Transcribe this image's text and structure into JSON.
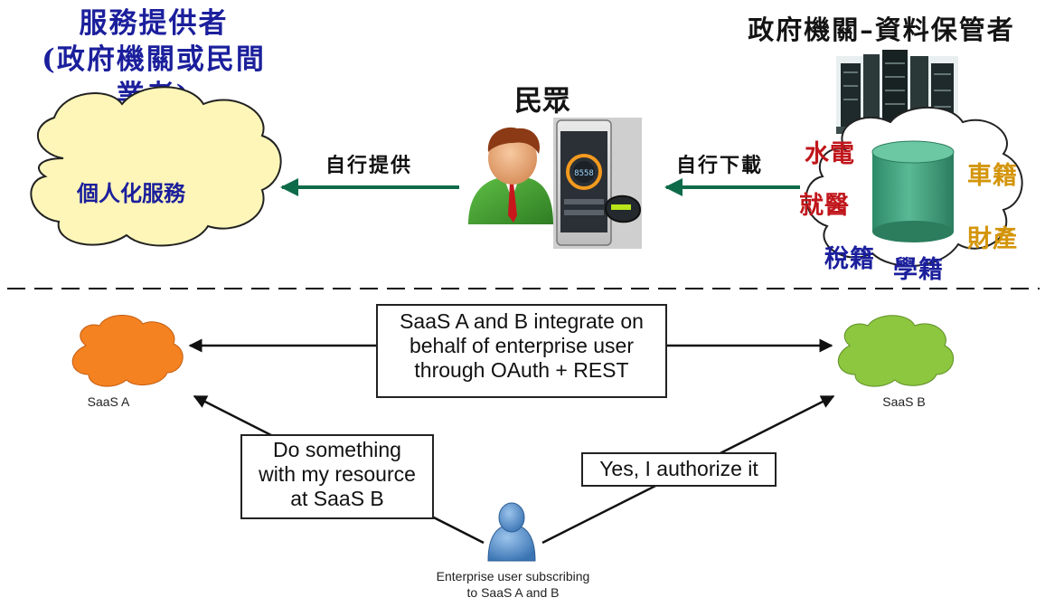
{
  "top": {
    "provider_title": [
      "服務提供者",
      "(政府機關或民間",
      "業者)"
    ],
    "provider_cloud_label": "個人化服務",
    "provide_arrow_label": "自行提供",
    "citizen_label": "民眾",
    "download_arrow_label": "自行下載",
    "custodian_title": "政府機關–資料保管者",
    "data_words": {
      "water_electric": "水電",
      "medical": "就醫",
      "tax": "稅籍",
      "school": "學籍",
      "vehicle": "車籍",
      "property": "財產"
    },
    "phone_display": "8558"
  },
  "bottom": {
    "integrate_box": [
      "SaaS A and B integrate on",
      "behalf of enterprise user",
      "through OAuth + REST"
    ],
    "saas_a_label": "SaaS A",
    "saas_b_label": "SaaS B",
    "request_box": [
      "Do something",
      "with my resource",
      "at SaaS B"
    ],
    "authorize_box": "Yes, I authorize it",
    "user_label": [
      "Enterprise user subscribing",
      "to SaaS A and B"
    ]
  },
  "colors": {
    "title_blue": "#1b1f9c",
    "arrow_green": "#0e6b4a",
    "cloud_yellow": "#fdf6b8",
    "cylinder_teal": "#3e9e7c",
    "word_red": "#c0161b",
    "word_orange": "#d4950a",
    "saas_a_orange": "#f58220",
    "saas_b_green": "#8dc63f",
    "user_blue": "#4a86c5"
  },
  "icons": [
    "citizen-avatar-icon",
    "smartphone-icon",
    "government-building-icon",
    "database-cylinder-icon",
    "enterprise-user-icon"
  ]
}
